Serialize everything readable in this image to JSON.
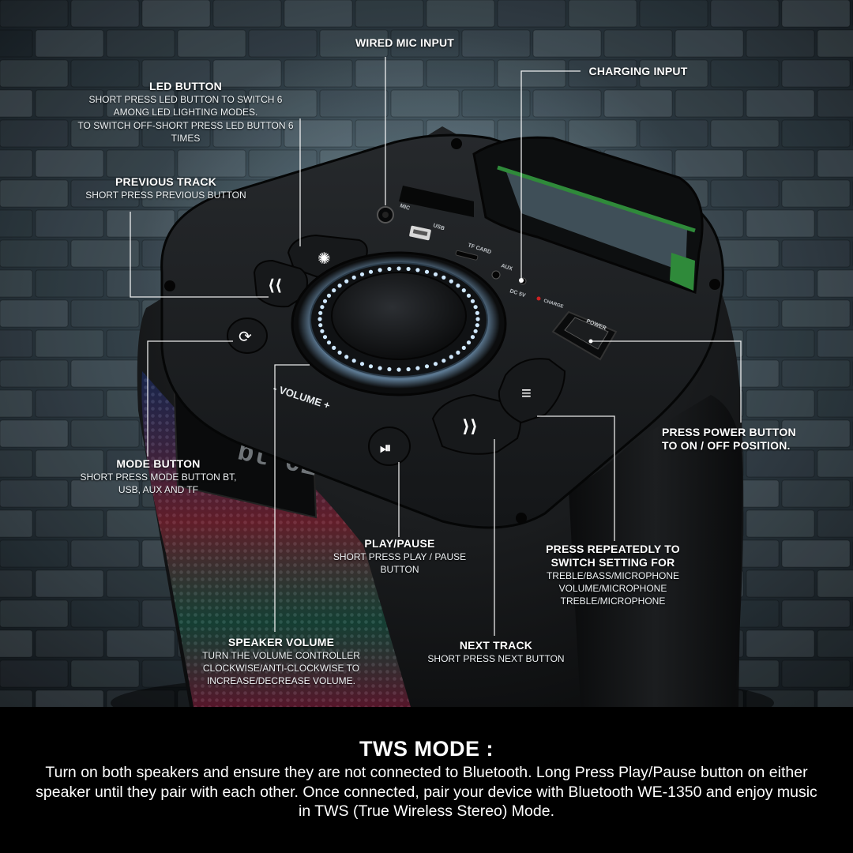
{
  "callouts": {
    "wired_mic": {
      "title": "WIRED MIC INPUT"
    },
    "charging": {
      "title": "CHARGING INPUT"
    },
    "led": {
      "title": "LED BUTTON",
      "desc": "SHORT PRESS LED BUTTON TO SWITCH 6 AMONG LED LIGHTING MODES.",
      "desc2": "TO SWITCH OFF-SHORT PRESS LED BUTTON 6 TIMES"
    },
    "previous": {
      "title": "PREVIOUS TRACK",
      "desc": "SHORT PRESS PREVIOUS BUTTON"
    },
    "mode": {
      "title": "MODE BUTTON",
      "desc": "SHORT PRESS MODE BUTTON BT, USB, AUX AND TF"
    },
    "play": {
      "title": "PLAY/PAUSE",
      "desc": "SHORT PRESS PLAY / PAUSE BUTTON"
    },
    "volume": {
      "title": "SPEAKER VOLUME",
      "desc": "TURN THE VOLUME CONTROLLER CLOCKWISE/ANTI-CLOCKWISE TO INCREASE/DECREASE VOLUME."
    },
    "next": {
      "title": "NEXT TRACK",
      "desc": "SHORT PRESS NEXT BUTTON"
    },
    "power": {
      "title_line1": "PRESS POWER BUTTON",
      "title_line2": "TO ON / OFF POSITION."
    },
    "eq": {
      "title_line1": "PRESS REPEATEDLY TO",
      "title_line2": "SWITCH SETTING FOR",
      "desc": "TREBLE/BASS/MICROPHONE VOLUME/MICROPHONE TREBLE/MICROPHONE"
    }
  },
  "panel_labels": {
    "mic": "MIC",
    "usb": "USB",
    "tf_card": "TF CARD",
    "aux": "AUX",
    "dc": "DC 5V",
    "charge": "CHARGE",
    "power": "POWER",
    "volume": "- VOLUME +",
    "display": "bt 0E"
  },
  "footer": {
    "title": "TWS MODE :",
    "body": "Turn on both speakers and ensure they are not connected to Bluetooth. Long Press Play/Pause button on either speaker until they pair with each other. Once connected, pair your device with Bluetooth WE-1350 and enjoy music in TWS (True Wireless Stereo) Mode."
  },
  "colors": {
    "ring_led": "#cfe8ff",
    "handle_stripe": "#2f8a3a",
    "body": "#111315",
    "panel": "#1a1c1e",
    "button": "#17191b"
  }
}
